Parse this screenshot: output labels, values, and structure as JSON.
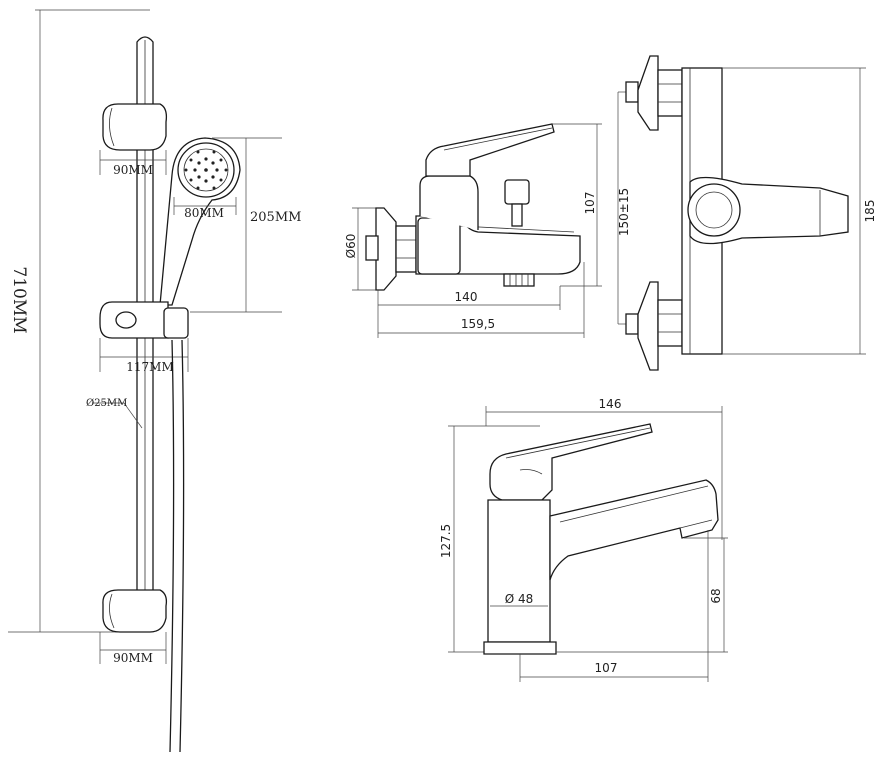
{
  "shower_set": {
    "rail_length": "710MM",
    "top_bracket_width": "90MM",
    "head_diameter": "80MM",
    "head_height": "205MM",
    "slider_width": "117MM",
    "rail_diameter": "Ø25MM",
    "bottom_bracket_width": "90MM"
  },
  "bath_mixer_side": {
    "flange_diameter": "Ø60",
    "height": "107",
    "spout_length": "140",
    "overall_length": "159,5"
  },
  "bath_mixer_front": {
    "center_distance": "150±15",
    "height": "185"
  },
  "basin_mixer": {
    "width": "146",
    "height": "127.5",
    "base_diameter": "Ø 48",
    "spout_height": "68",
    "spout_reach": "107"
  }
}
